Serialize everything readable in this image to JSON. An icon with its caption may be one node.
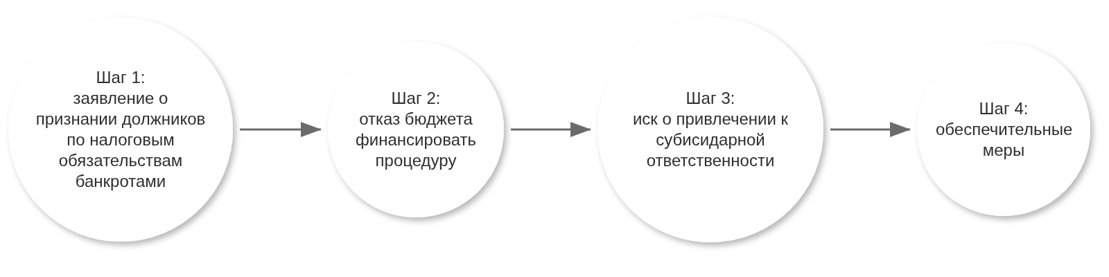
{
  "diagram": {
    "nodes": [
      {
        "text": [
          "Шаг 1:",
          "заявление о признании должников по налоговым обязательствам банкротами"
        ]
      },
      {
        "text": [
          "Шаг 2:",
          "отказ бюджета финансировать процедуру"
        ]
      },
      {
        "text": [
          "Шаг 3:",
          "иск о привлечении к субисидарной ответственности"
        ]
      },
      {
        "text": [
          "Шаг 4:",
          "обеспечительные меры"
        ]
      }
    ],
    "edges": [
      {
        "from": 0,
        "to": 1,
        "arrow": "to"
      },
      {
        "from": 1,
        "to": 2,
        "arrow": "to"
      },
      {
        "from": 2,
        "to": 3,
        "arrow": "to"
      }
    ]
  }
}
